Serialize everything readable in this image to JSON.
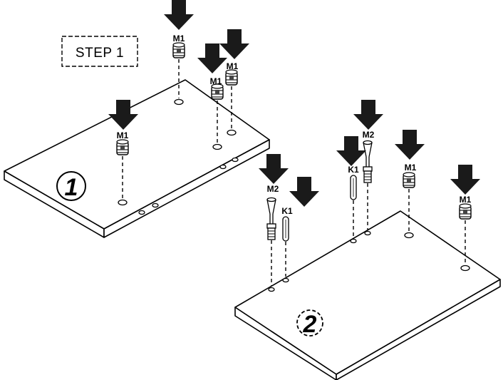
{
  "step": {
    "label": "STEP 1"
  },
  "panels": [
    {
      "id": "panel-1",
      "number": "1"
    },
    {
      "id": "panel-2",
      "number": "2"
    }
  ],
  "parts": {
    "m1": "M1",
    "m2": "M2",
    "k1": "K1"
  },
  "fasteners": [
    {
      "id": "m1-a",
      "type": "M1"
    },
    {
      "id": "m1-b",
      "type": "M1"
    },
    {
      "id": "m1-c",
      "type": "M1"
    },
    {
      "id": "m1-d",
      "type": "M1"
    },
    {
      "id": "m2-a",
      "type": "M2"
    },
    {
      "id": "k1-a",
      "type": "K1"
    },
    {
      "id": "k1-b",
      "type": "K1"
    },
    {
      "id": "m2-b",
      "type": "M2"
    },
    {
      "id": "m1-e",
      "type": "M1"
    },
    {
      "id": "m1-f",
      "type": "M1"
    }
  ],
  "colors": {
    "line": "#000000",
    "arrow": "#1a1a1a",
    "background": "#ffffff"
  }
}
